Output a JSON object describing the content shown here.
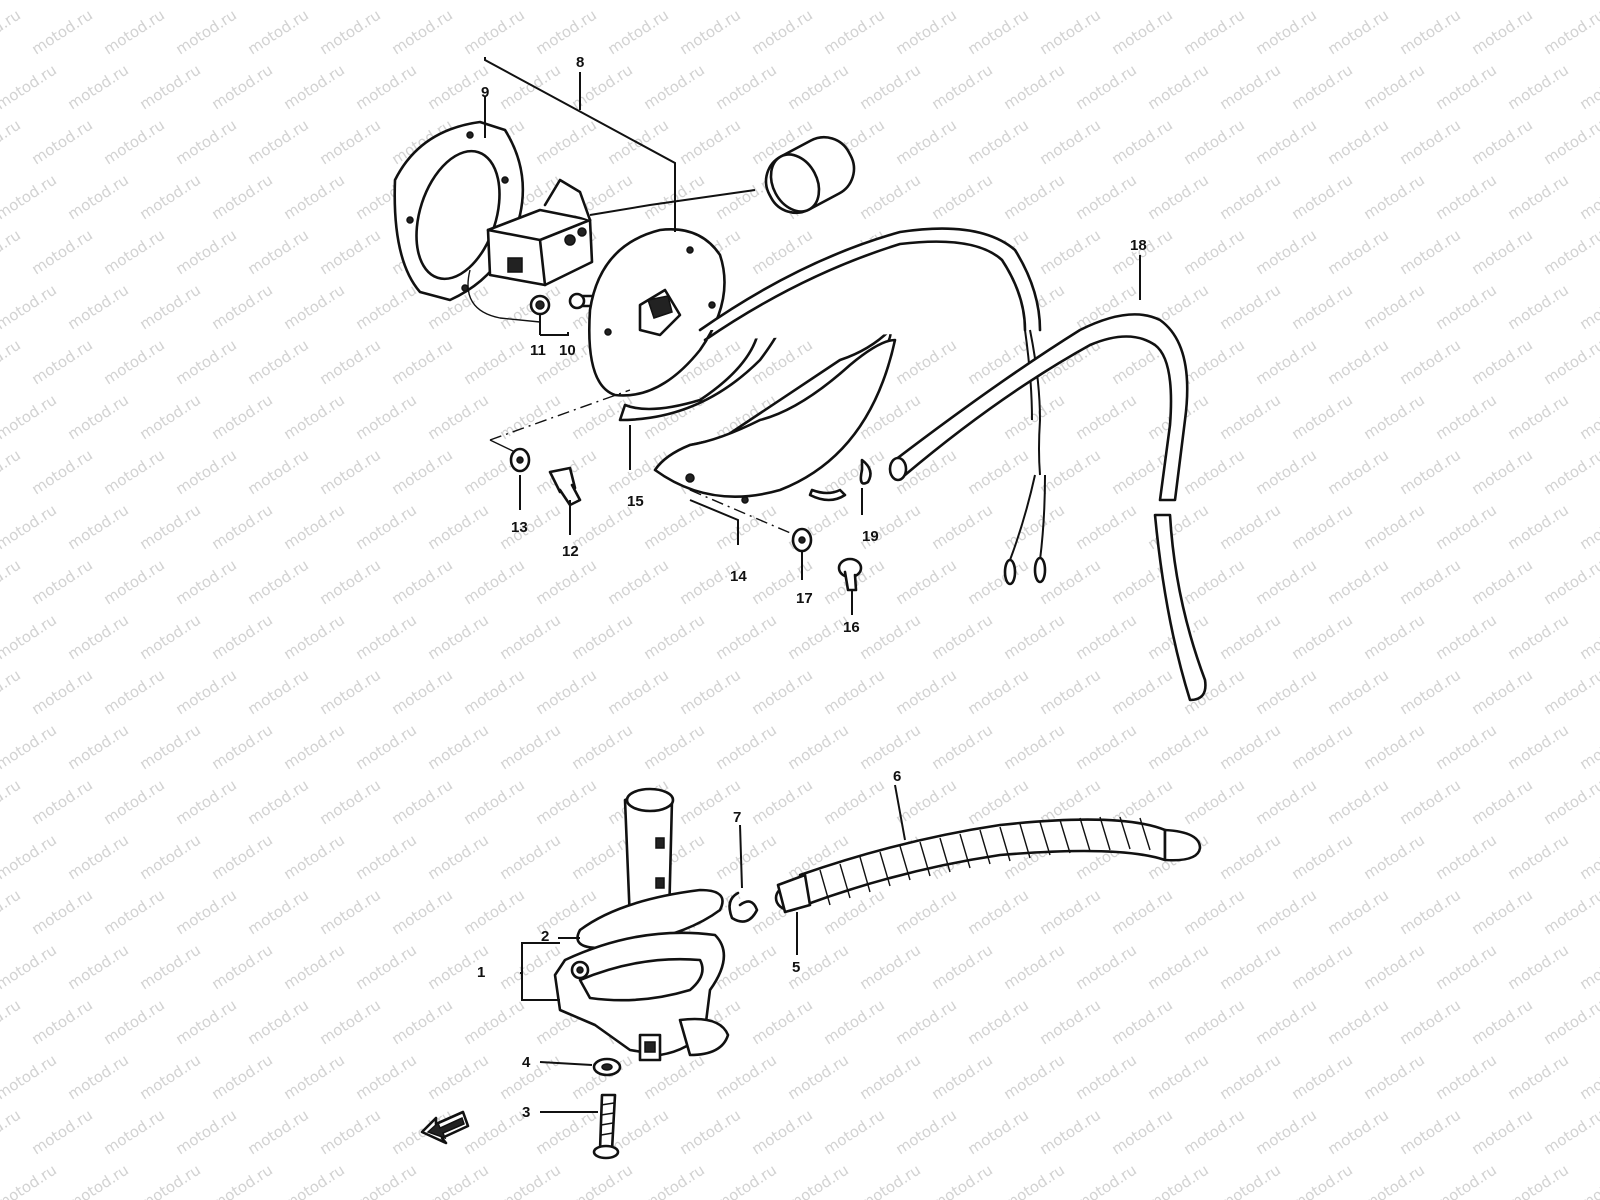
{
  "watermark": "motod.ru",
  "callouts": {
    "c1": "1",
    "c2": "2",
    "c3": "3",
    "c4": "4",
    "c5": "5",
    "c6": "6",
    "c7": "7",
    "c8": "8",
    "c9": "9",
    "c10": "10",
    "c11": "11",
    "c12": "12",
    "c13": "13",
    "c14": "14",
    "c15": "15",
    "c16": "16",
    "c17": "17",
    "c18": "18",
    "c19": "19"
  },
  "colors": {
    "line": "#111111",
    "watermark": "#d2d2d2",
    "background": "#ffffff"
  },
  "icons": {
    "front_arrow": "front-direction-arrow-icon"
  }
}
